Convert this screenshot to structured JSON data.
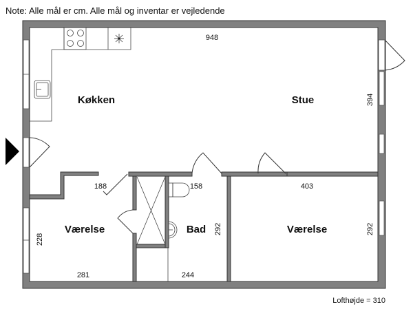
{
  "note": "Note: Alle mål er cm. Alle mål og inventar er vejledende",
  "ceiling_height": "Lofthøjde = 310",
  "rooms": {
    "kitchen": "Køkken",
    "living": "Stue",
    "bedroom_left": "Værelse",
    "bath": "Bad",
    "bedroom_right": "Værelse"
  },
  "dimensions": {
    "top_width": "948",
    "living_depth": "394",
    "hall_188": "188",
    "bath_158": "158",
    "bedroom_right_width": "403",
    "bedroom_left_depth": "228",
    "bath_depth": "292",
    "bedroom_right_depth": "292",
    "bedroom_left_width": "281",
    "bath_width": "244"
  },
  "colors": {
    "wall": "#808080",
    "outline": "#333333"
  }
}
